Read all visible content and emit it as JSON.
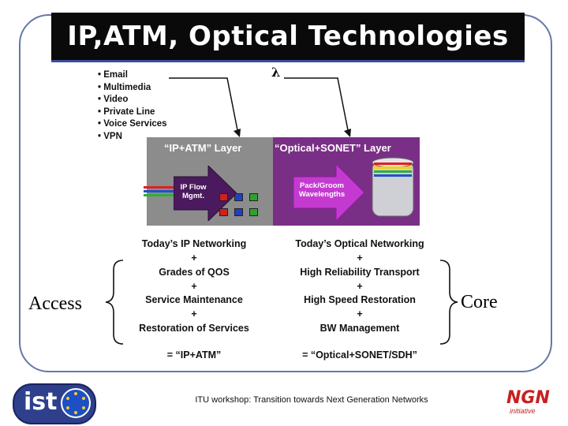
{
  "title": "IP,ATM, Optical Technologies",
  "services": [
    "Email",
    "Multimedia",
    "Video",
    "Private Line",
    "Voice Services",
    "VPN"
  ],
  "lambda_symbol": "λ",
  "diagram": {
    "left_layer_title": "“IP+ATM” Layer",
    "right_layer_title": "“Optical+SONET” Layer",
    "left_arrow_label": [
      "IP Flow",
      "Mgmt."
    ],
    "right_arrow_label": [
      "Pack/Groom",
      "Wavelengths"
    ]
  },
  "left_column": {
    "heading": "Today’s IP Networking",
    "items": [
      "+",
      "Grades of QOS",
      "+",
      "Service Maintenance",
      "+",
      "Restoration of Services"
    ],
    "result": "= “IP+ATM”"
  },
  "right_column": {
    "heading": "Today’s Optical Networking",
    "items": [
      "+",
      "High Reliability Transport",
      "+",
      "High Speed Restoration",
      "+",
      "BW Management"
    ],
    "result": "= “Optical+SONET/SDH”"
  },
  "side_labels": {
    "left": "Access",
    "right": "Core"
  },
  "footer": {
    "text": "ITU workshop: Transition towards Next Generation Networks",
    "left_logo_text": "ist",
    "right_logo_text": "NGN",
    "right_logo_subtext": "initiative"
  },
  "colors": {
    "title_bg": "#0a0a0a",
    "frame": "#6677a8",
    "ip_layer": "#8c8c8c",
    "optical_layer": "#7a2f86",
    "arrow": "#4b1a5e"
  }
}
